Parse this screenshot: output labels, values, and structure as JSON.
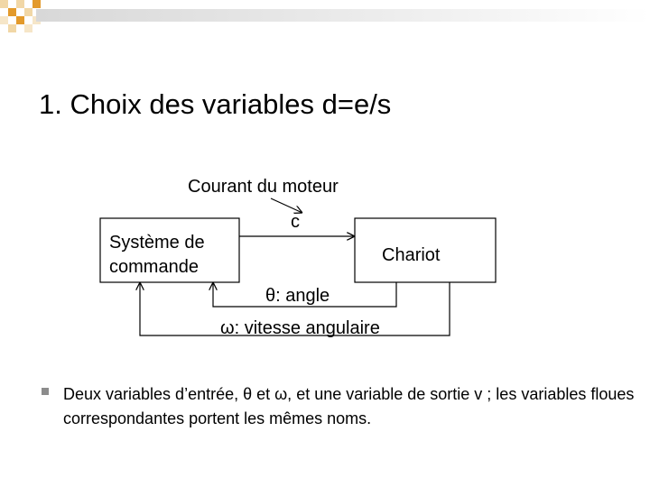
{
  "title": "1. Choix des variables d=e/s",
  "diagram": {
    "motor_current_label": "Courant du moteur",
    "c_label": "c",
    "control_system_line1": "Système de",
    "control_system_line2": "commande",
    "cart_label": "Chariot",
    "theta_label": "θ: angle",
    "omega_label": "ω: vitesse angulaire"
  },
  "bullet": {
    "text": "Deux variables d’entrée, θ et ω, et une variable de sortie  v ; les variables floues correspondantes portent les mêmes noms."
  },
  "colors": {
    "bar": "#d8d8d8",
    "bullet": "#8c8c8c",
    "deco_orange": "#e39a2b",
    "deco_light": "#f1d7a6"
  }
}
